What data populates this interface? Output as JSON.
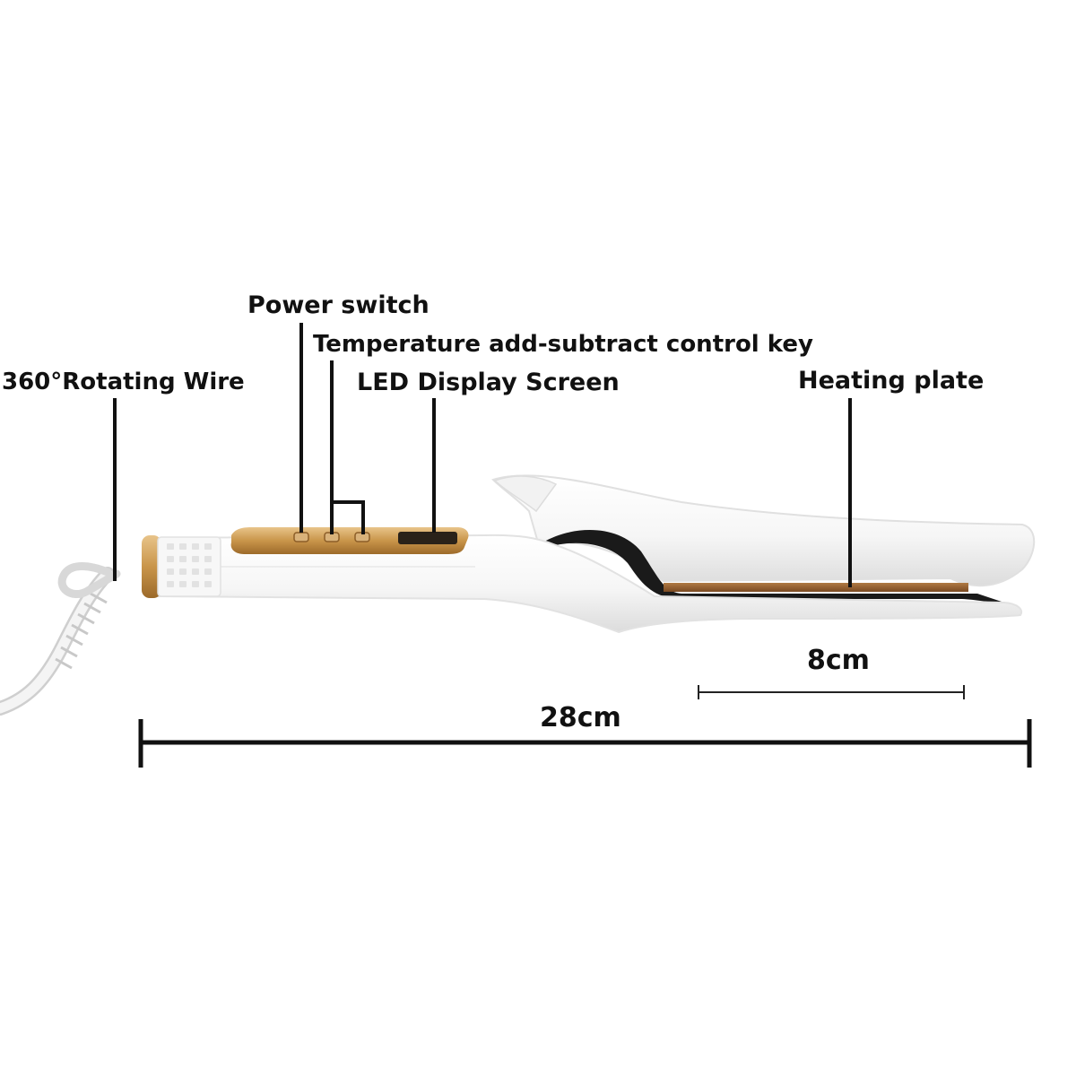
{
  "labels": {
    "power_switch": "Power switch",
    "temperature_key": "Temperature add-subtract control key",
    "rotating_wire": "360°Rotating Wire",
    "led_display": "LED Display Screen",
    "heating_plate": "Heating plate"
  },
  "dimensions": {
    "plate_length": "8cm",
    "total_length": "28cm"
  },
  "colors": {
    "body": "#ffffff",
    "body_shadow": "#e6e6e6",
    "gold": "#c9954a",
    "gold_light": "#e9c58b",
    "line": "#111111"
  }
}
